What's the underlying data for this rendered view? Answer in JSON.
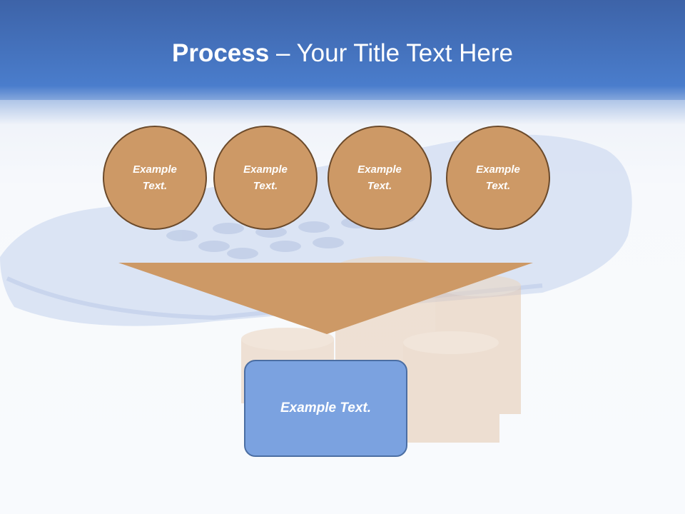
{
  "title": {
    "bold": "Process",
    "rest": " – Your Title Text Here"
  },
  "circles": [
    {
      "label": "Example Text."
    },
    {
      "label": "Example Text."
    },
    {
      "label": "Example Text."
    },
    {
      "label": "Example Text."
    }
  ],
  "result": {
    "label": "Example Text."
  },
  "colors": {
    "header_blue": "#4a7dcc",
    "circle_fill": "#cd9966",
    "circle_border": "#6b4a2b",
    "funnel": "#cd9966",
    "box_fill": "#7ba2e0",
    "box_border": "#4b6ea3"
  }
}
